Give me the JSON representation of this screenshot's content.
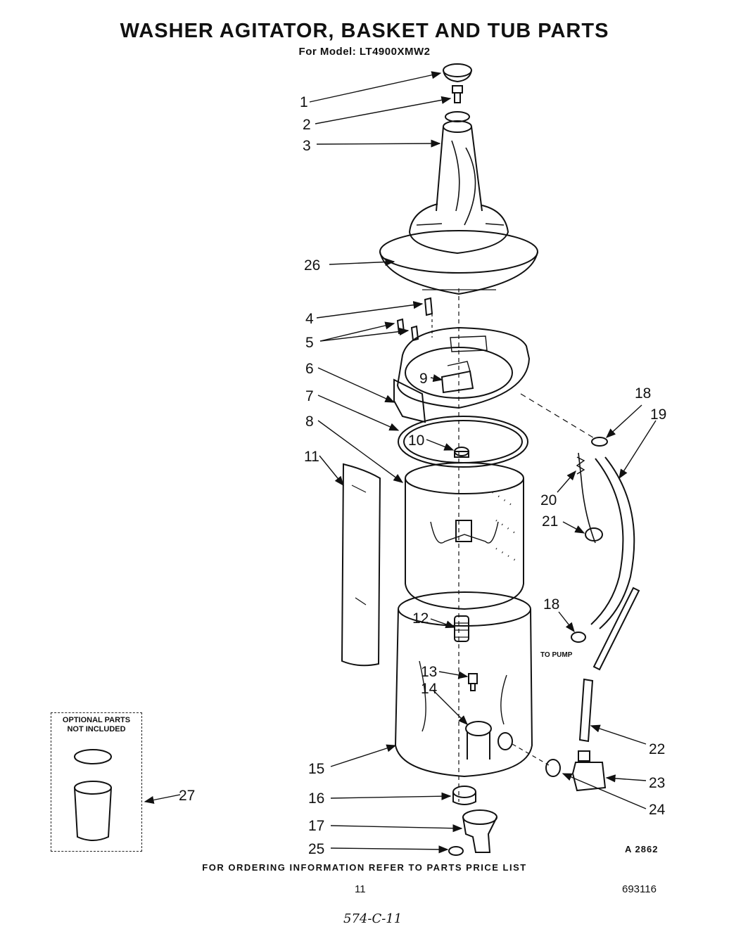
{
  "header": {
    "title": "WASHER AGITATOR, BASKET AND TUB  PARTS",
    "model": "For Model: LT4900XMW2"
  },
  "callouts": {
    "c1": "1",
    "c2": "2",
    "c3": "3",
    "c26": "26",
    "c4": "4",
    "c5": "5",
    "c6": "6",
    "c7": "7",
    "c8": "8",
    "c9": "9",
    "c10": "10",
    "c11": "11",
    "c12": "12",
    "c13": "13",
    "c14": "14",
    "c15": "15",
    "c16": "16",
    "c17": "17",
    "c25": "25",
    "c18a": "18",
    "c19": "19",
    "c20": "20",
    "c21": "21",
    "c18b": "18",
    "c22": "22",
    "c23": "23",
    "c24": "24",
    "c27": "27"
  },
  "labels": {
    "to_pump": "TO PUMP",
    "optional_line1": "OPTIONAL PARTS",
    "optional_line2": "NOT INCLUDED"
  },
  "footer": {
    "ordering": "FOR ORDERING INFORMATION REFER TO PARTS PRICE LIST",
    "drawing_code": "A 2862",
    "page_number": "11",
    "doc_number": "693116",
    "handwritten": "574-C-11"
  }
}
